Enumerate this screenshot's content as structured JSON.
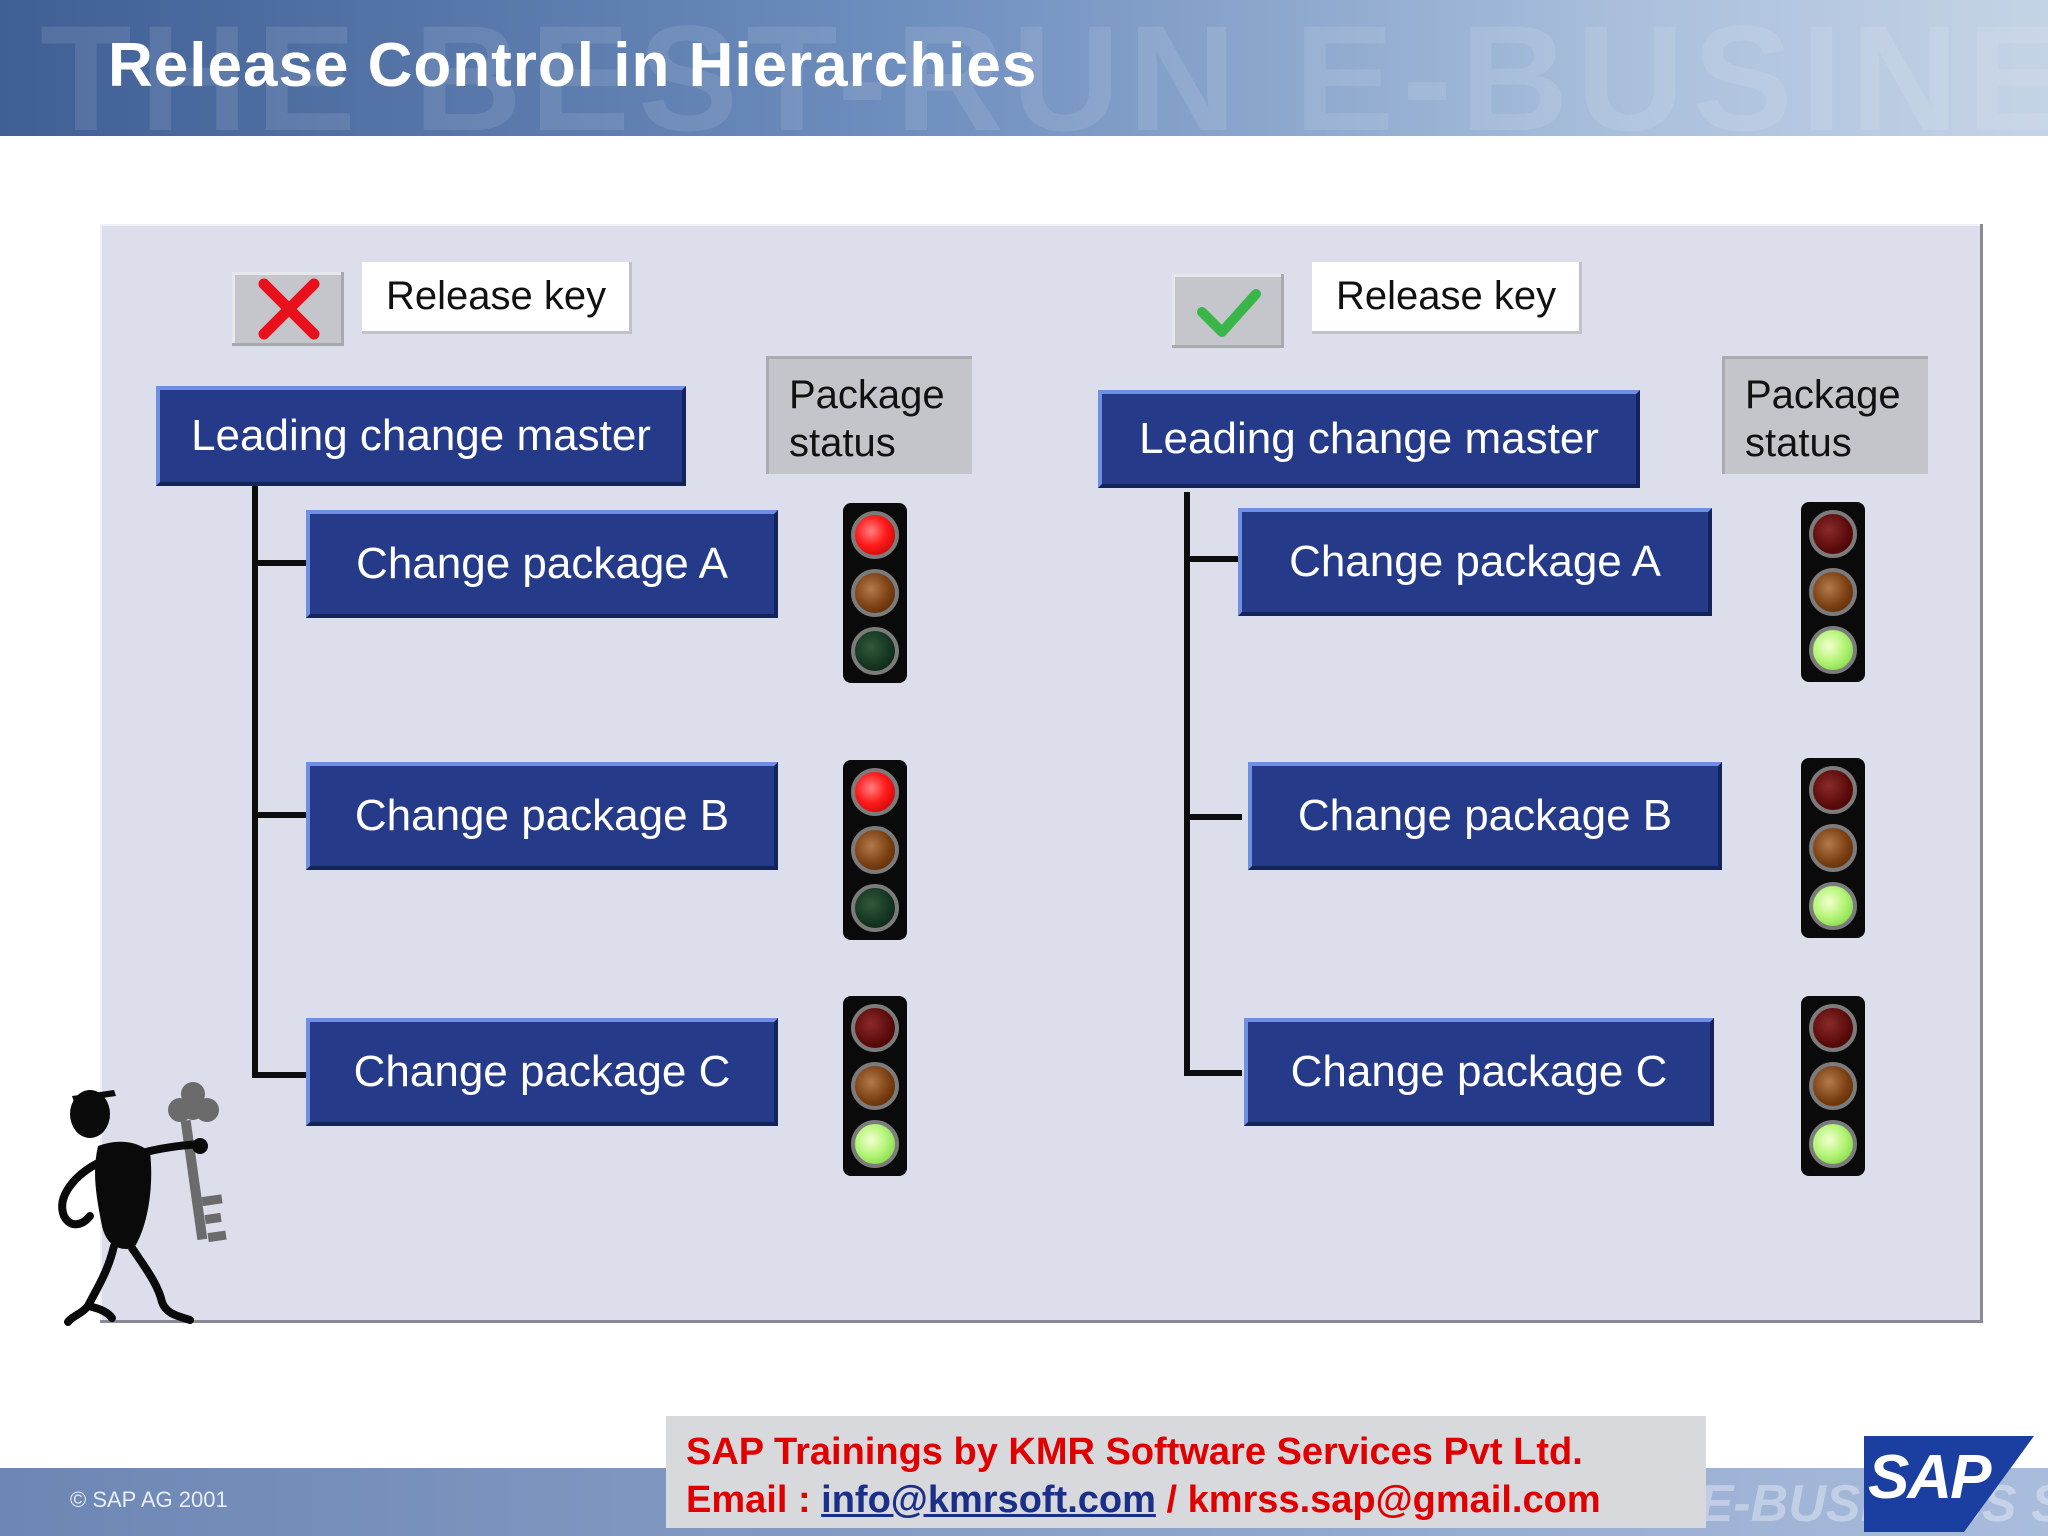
{
  "header": {
    "title": "Release Control in Hierarchies",
    "watermark": "THE BEST-RUN E-BUSINESSES"
  },
  "left": {
    "key_status_icon": "red-cross-icon",
    "release_key_label": "Release key",
    "status_label": "Package status",
    "master_label": "Leading change master",
    "packages": [
      "Change package A",
      "Change package B",
      "Change package C"
    ],
    "lights": [
      "red",
      "red",
      "green"
    ]
  },
  "right": {
    "key_status_icon": "green-check-icon",
    "release_key_label": "Release key",
    "status_label": "Package status",
    "master_label": "Leading change master",
    "packages": [
      "Change package A",
      "Change package B",
      "Change package C"
    ],
    "lights": [
      "green",
      "green",
      "green"
    ]
  },
  "footer": {
    "copyright": "© SAP AG 2001",
    "promo_line1": "SAP Trainings by KMR Software Services Pvt Ltd.",
    "promo_email_prefix": "Email : ",
    "promo_email1": "info@kmrsoft.com",
    "promo_sep": " / ",
    "promo_email2": "kmrss.sap@gmail.com",
    "watermark": "THE BEST-RUN E-BUSINESS SOLUTION SAP",
    "logo_text": "SAP"
  },
  "colors": {
    "navy": "#263a8a",
    "panel": "#dcdeeb",
    "accent_red": "#e00000",
    "accent_green": "#3ab54a"
  }
}
